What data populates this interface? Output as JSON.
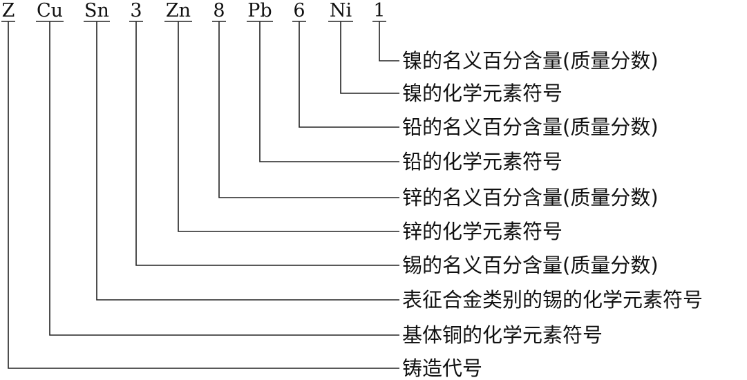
{
  "symbols": [
    {
      "key": "z",
      "text": "Z"
    },
    {
      "key": "cu",
      "text": "Cu"
    },
    {
      "key": "sn",
      "text": "Sn"
    },
    {
      "key": "n3",
      "text": "3"
    },
    {
      "key": "zn",
      "text": "Zn"
    },
    {
      "key": "n8",
      "text": "8"
    },
    {
      "key": "pb",
      "text": "Pb"
    },
    {
      "key": "n6",
      "text": "6"
    },
    {
      "key": "ni",
      "text": "Ni"
    },
    {
      "key": "n1",
      "text": "1"
    }
  ],
  "descriptions": [
    {
      "symbol": "n1",
      "text": "镍的名义百分含量(质量分数)"
    },
    {
      "symbol": "ni",
      "text": "镍的化学元素符号"
    },
    {
      "symbol": "n6",
      "text": "铅的名义百分含量(质量分数)"
    },
    {
      "symbol": "pb",
      "text": "铅的化学元素符号"
    },
    {
      "symbol": "n8",
      "text": "锌的名义百分含量(质量分数)"
    },
    {
      "symbol": "zn",
      "text": "锌的化学元素符号"
    },
    {
      "symbol": "n3",
      "text": "锡的名义百分含量(质量分数)"
    },
    {
      "symbol": "sn",
      "text": "表征合金类别的锡的化学元素符号"
    },
    {
      "symbol": "cu",
      "text": "基体铜的化学元素符号"
    },
    {
      "symbol": "z",
      "text": "铸造代号"
    }
  ]
}
